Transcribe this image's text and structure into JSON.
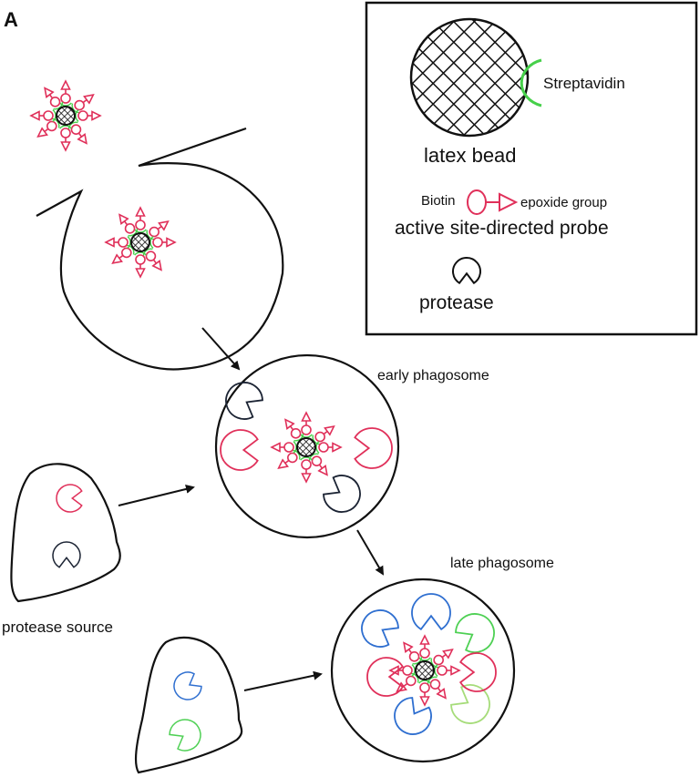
{
  "panel_label": "A",
  "colors": {
    "outline": "#111111",
    "probe": "#e0305a",
    "streptavidin": "#46d04a",
    "protease_red": "#e0305a",
    "protease_dark": "#1c2434",
    "protease_blue": "#2f6fd0",
    "protease_green": "#4ed054",
    "protease_lightgreen": "#a6dc7a"
  },
  "legend": {
    "bead_label": "latex bead",
    "streptavidin_label": "Streptavidin",
    "biotin_label": "Biotin",
    "epoxide_label": "epoxide group",
    "probe_label": "active site-directed probe",
    "protease_label": "protease"
  },
  "stages": {
    "early_label": "early phagosome",
    "late_label": "late phagosome",
    "source_label": "protease source"
  },
  "early_phagosome_proteases": [
    "dark",
    "red",
    "red",
    "dark"
  ],
  "late_phagosome_proteases": [
    "blue",
    "blue",
    "green",
    "red",
    "lightgreen",
    "blue",
    "red"
  ],
  "source1_proteases": [
    "red",
    "dark"
  ],
  "source2_proteases": [
    "blue",
    "green"
  ]
}
